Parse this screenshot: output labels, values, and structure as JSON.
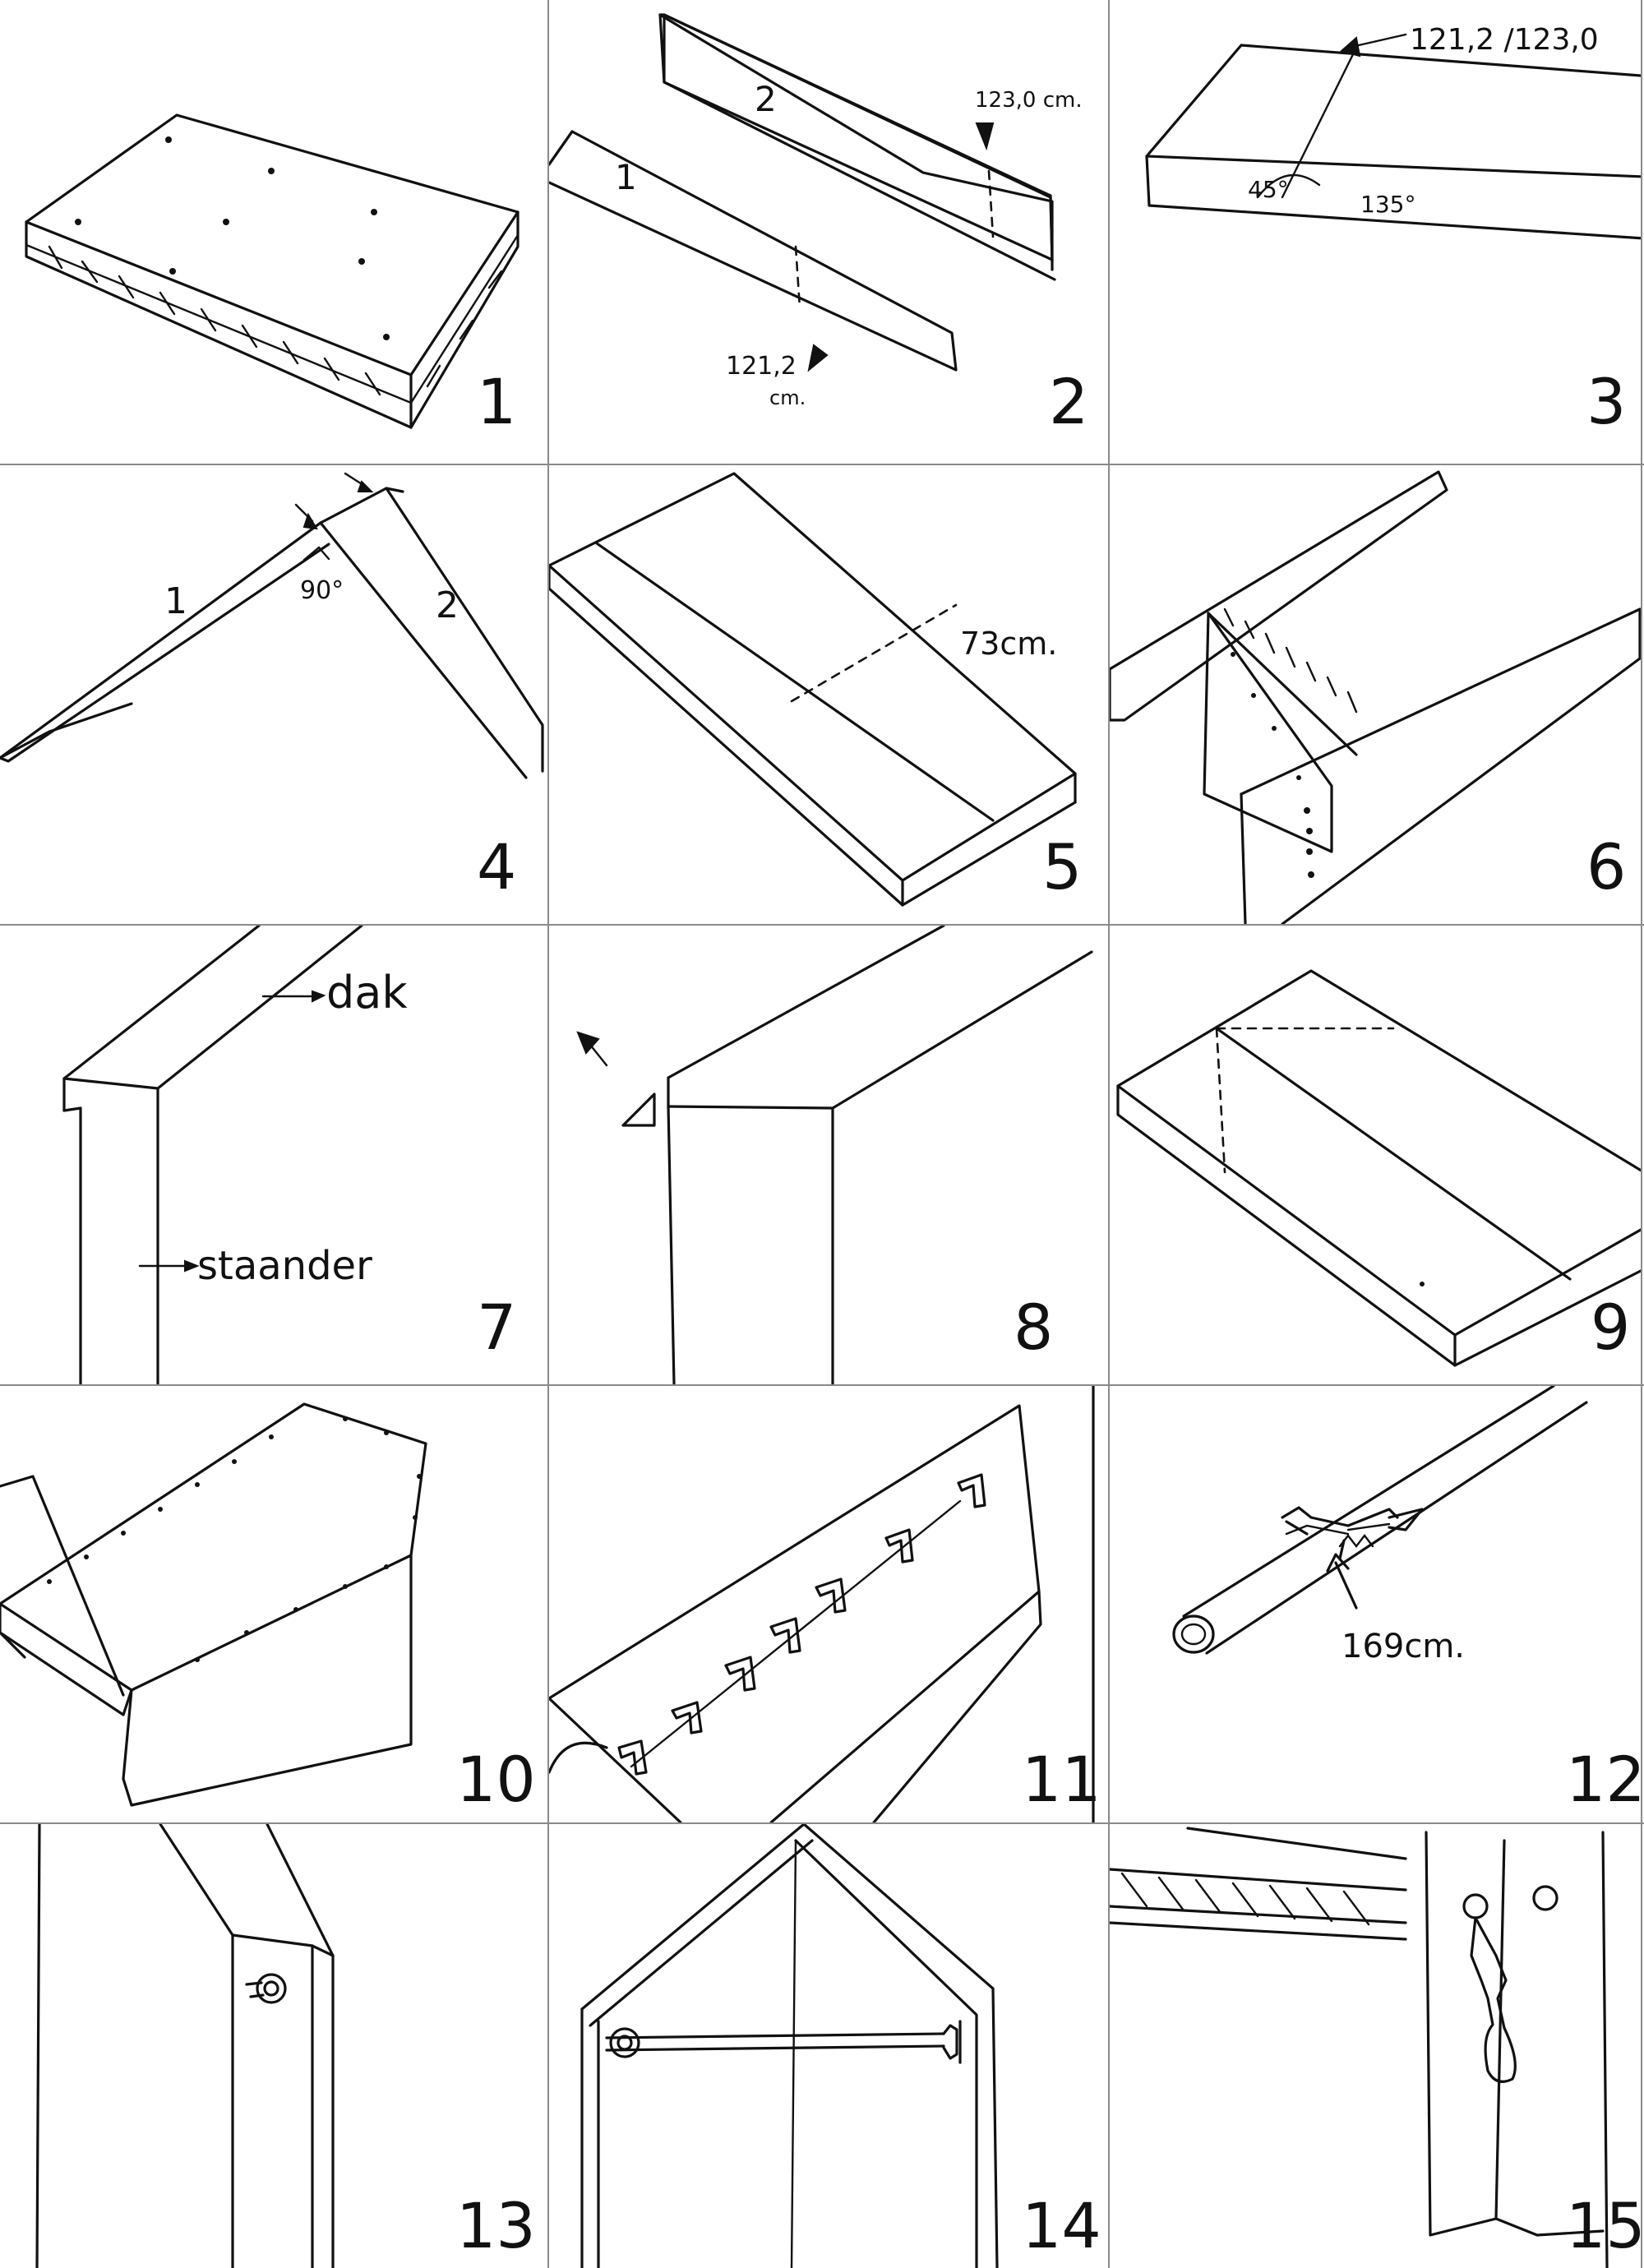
{
  "diagram": {
    "step_numbers": [
      "1",
      "2",
      "3",
      "4",
      "5",
      "6",
      "7",
      "8",
      "9",
      "10",
      "11",
      "12",
      "13",
      "14",
      "15"
    ],
    "labels": {
      "board_1": "1",
      "board_2": "2",
      "cut_123": "123,0 cm.",
      "cut_121_a": "121,2",
      "cut_121_b": "cm.",
      "cut_marks_3": "121,2 /123,0",
      "angle_45": "45°",
      "angle_135": "135°",
      "angle_90": "90°",
      "length_73": "73cm.",
      "roof": "dak",
      "upright": "staander",
      "rod_length": "169cm."
    }
  }
}
